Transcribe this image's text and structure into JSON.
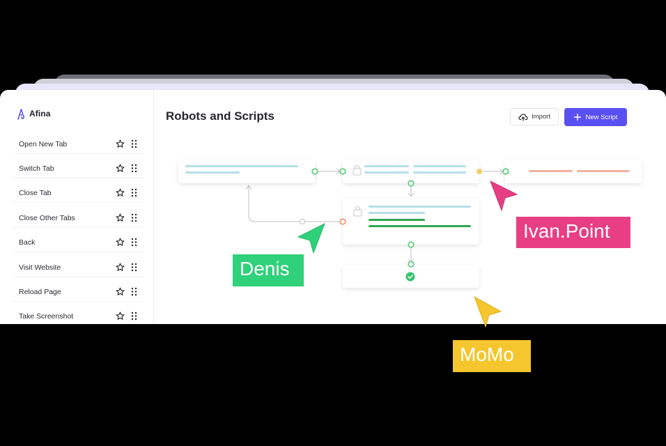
{
  "app": {
    "name": "Afina"
  },
  "page": {
    "title": "Robots and Scripts"
  },
  "toolbar": {
    "import_label": "Import",
    "new_script_label": "New Script"
  },
  "sidebar": {
    "items": [
      {
        "label": "Open New Tab"
      },
      {
        "label": "Switch Tab"
      },
      {
        "label": "Close Tab"
      },
      {
        "label": "Close Other Tabs"
      },
      {
        "label": "Back"
      },
      {
        "label": "Visit Website"
      },
      {
        "label": "Reload Page"
      },
      {
        "label": "Take Screenshot"
      }
    ]
  },
  "collaborators": [
    {
      "name": "Denis",
      "color": "#2fd17a"
    },
    {
      "name": "Ivan.Point",
      "color": "#e83f84"
    },
    {
      "name": "MoMo",
      "color": "#f5c62d"
    }
  ],
  "colors": {
    "accent": "#5a4ff2",
    "line_blue": "#b5dfe8",
    "line_green": "#2ea84f",
    "line_orange": "#f0b49f",
    "node_ok": "#38c172"
  },
  "icons": {
    "star": "star-icon",
    "grip": "drag-handle-icon",
    "import": "cloud-upload-icon",
    "new": "plus-icon",
    "lock": "lock-icon",
    "check": "check-icon"
  }
}
